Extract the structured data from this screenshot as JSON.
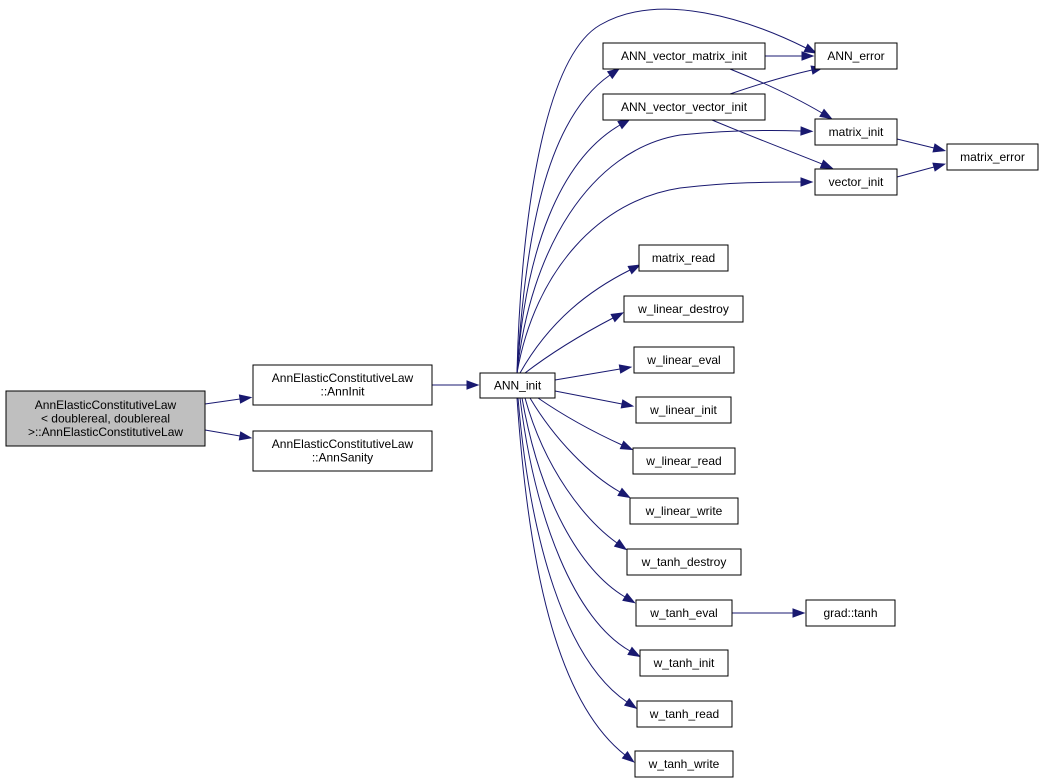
{
  "graph": {
    "nodes": [
      {
        "id": "root",
        "lines": [
          "AnnElasticConstitutiveLaw",
          "< doublereal, doublereal",
          ">::AnnElasticConstitutiveLaw"
        ],
        "highlight": true
      },
      {
        "id": "anninit",
        "lines": [
          "AnnElasticConstitutiveLaw",
          "::AnnInit"
        ]
      },
      {
        "id": "annsanity",
        "lines": [
          "AnnElasticConstitutiveLaw",
          "::AnnSanity"
        ]
      },
      {
        "id": "ann_init",
        "lines": [
          "ANN_init"
        ]
      },
      {
        "id": "vmi",
        "lines": [
          "ANN_vector_matrix_init"
        ]
      },
      {
        "id": "vvi",
        "lines": [
          "ANN_vector_vector_init"
        ]
      },
      {
        "id": "ann_error",
        "lines": [
          "ANN_error"
        ]
      },
      {
        "id": "matrix_init",
        "lines": [
          "matrix_init"
        ]
      },
      {
        "id": "vector_init",
        "lines": [
          "vector_init"
        ]
      },
      {
        "id": "matrix_error",
        "lines": [
          "matrix_error"
        ]
      },
      {
        "id": "matrix_read",
        "lines": [
          "matrix_read"
        ]
      },
      {
        "id": "wld",
        "lines": [
          "w_linear_destroy"
        ]
      },
      {
        "id": "wle",
        "lines": [
          "w_linear_eval"
        ]
      },
      {
        "id": "wli",
        "lines": [
          "w_linear_init"
        ]
      },
      {
        "id": "wlr",
        "lines": [
          "w_linear_read"
        ]
      },
      {
        "id": "wlw",
        "lines": [
          "w_linear_write"
        ]
      },
      {
        "id": "wtd",
        "lines": [
          "w_tanh_destroy"
        ]
      },
      {
        "id": "wte",
        "lines": [
          "w_tanh_eval"
        ]
      },
      {
        "id": "grad_tanh",
        "lines": [
          "grad::tanh"
        ]
      },
      {
        "id": "wti",
        "lines": [
          "w_tanh_init"
        ]
      },
      {
        "id": "wtr",
        "lines": [
          "w_tanh_read"
        ]
      },
      {
        "id": "wtw",
        "lines": [
          "w_tanh_write"
        ]
      }
    ],
    "edges": [
      {
        "from": "root",
        "to": "anninit"
      },
      {
        "from": "root",
        "to": "annsanity"
      },
      {
        "from": "anninit",
        "to": "ann_init"
      },
      {
        "from": "ann_init",
        "to": "ann_error"
      },
      {
        "from": "ann_init",
        "to": "vmi"
      },
      {
        "from": "ann_init",
        "to": "vvi"
      },
      {
        "from": "ann_init",
        "to": "matrix_init"
      },
      {
        "from": "ann_init",
        "to": "vector_init"
      },
      {
        "from": "ann_init",
        "to": "matrix_read"
      },
      {
        "from": "ann_init",
        "to": "wld"
      },
      {
        "from": "ann_init",
        "to": "wle"
      },
      {
        "from": "ann_init",
        "to": "wli"
      },
      {
        "from": "ann_init",
        "to": "wlr"
      },
      {
        "from": "ann_init",
        "to": "wlw"
      },
      {
        "from": "ann_init",
        "to": "wtd"
      },
      {
        "from": "ann_init",
        "to": "wte"
      },
      {
        "from": "ann_init",
        "to": "wti"
      },
      {
        "from": "ann_init",
        "to": "wtr"
      },
      {
        "from": "ann_init",
        "to": "wtw"
      },
      {
        "from": "vmi",
        "to": "ann_error"
      },
      {
        "from": "vmi",
        "to": "matrix_init"
      },
      {
        "from": "vvi",
        "to": "ann_error"
      },
      {
        "from": "vvi",
        "to": "vector_init"
      },
      {
        "from": "matrix_init",
        "to": "matrix_error"
      },
      {
        "from": "vector_init",
        "to": "matrix_error"
      },
      {
        "from": "wte",
        "to": "grad_tanh"
      }
    ]
  }
}
